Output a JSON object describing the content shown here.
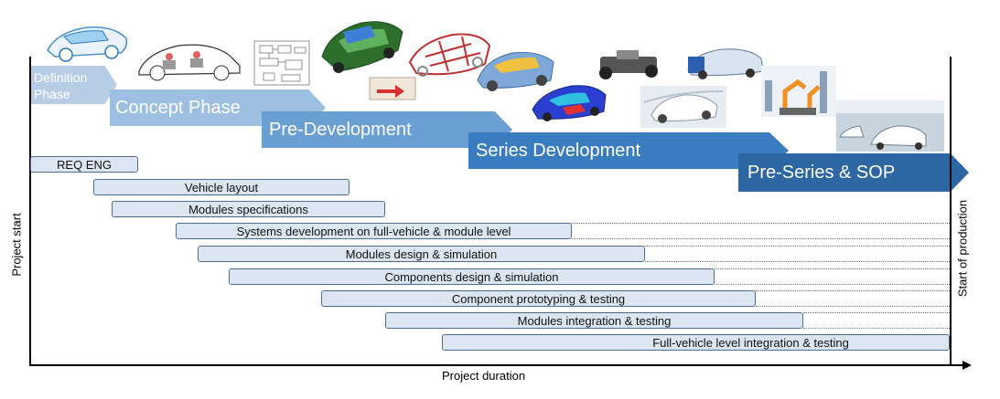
{
  "phases": [
    {
      "line1": "Definition",
      "line2": "Phase",
      "color": "#b7cde6"
    },
    {
      "label": "Concept Phase",
      "color": "#9dbfe2"
    },
    {
      "label": "Pre-Development",
      "color": "#6a9fd4"
    },
    {
      "label": "Series Development",
      "color": "#3a7cc0"
    },
    {
      "label": "Pre-Series & SOP",
      "color": "#2c66a3"
    }
  ],
  "activities": [
    "REQ ENG",
    "Vehicle layout",
    "Modules specifications",
    "Systems development on full-vehicle & module level",
    "Modules design & simulation",
    "Components design & simulation",
    "Component prototyping & testing",
    "Modules integration & testing",
    "Full-vehicle level integration & testing"
  ],
  "axes": {
    "x_label": "Project duration",
    "y_label_left": "Project start",
    "y_label_right": "Start of production"
  },
  "images": [
    "sketch-car-illustration",
    "vehicle-package-drawing",
    "schematic-diagram",
    "body-in-white-cad",
    "frame-structure-cad",
    "vehicle-simulation-render",
    "chassis-photo",
    "crash-simulation-render",
    "prototype-car-photo",
    "test-car-photo",
    "assembly-robot-photo",
    "production-line-photo"
  ],
  "colors": {
    "bar_fill": "#dce6f2",
    "bar_border": "#4f6d8f"
  }
}
